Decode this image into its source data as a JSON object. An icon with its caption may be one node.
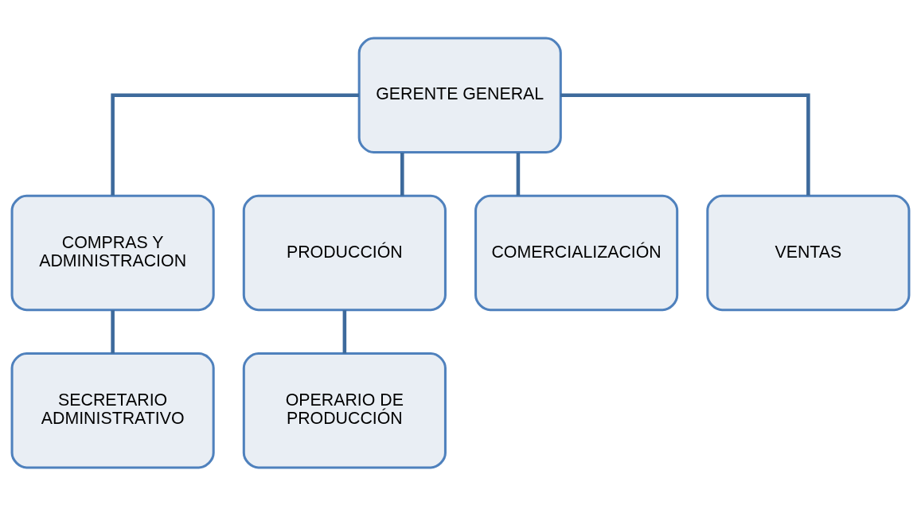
{
  "diagram": {
    "nodes": [
      {
        "text": [
          "GERENTE GENERAL"
        ]
      },
      {
        "text": [
          "COMPRAS Y ADMINISTRACION"
        ]
      },
      {
        "text": [
          "PRODUCCIÓN"
        ]
      },
      {
        "text": [
          "COMERCIALIZACIÓN"
        ]
      },
      {
        "text": [
          "VENTAS"
        ]
      },
      {
        "text": [
          "SECRETARIO ADMINISTRATIVO"
        ]
      },
      {
        "text": [
          "OPERARIO DE PRODUCCIÓN"
        ]
      }
    ],
    "edges": [
      {
        "from": 0,
        "to": 1,
        "arrow": "none"
      },
      {
        "from": 0,
        "to": 2,
        "arrow": "none"
      },
      {
        "from": 0,
        "to": 3,
        "arrow": "none"
      },
      {
        "from": 0,
        "to": 4,
        "arrow": "none"
      },
      {
        "from": 1,
        "to": 5,
        "arrow": "none"
      },
      {
        "from": 2,
        "to": 6,
        "arrow": "none"
      }
    ]
  }
}
